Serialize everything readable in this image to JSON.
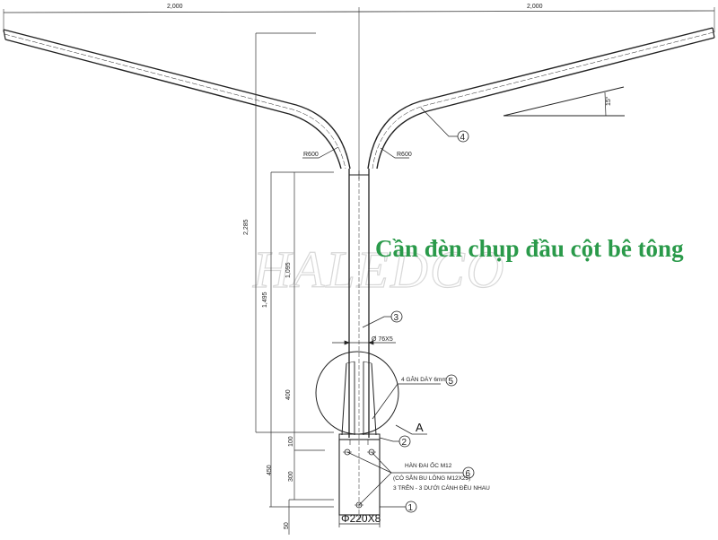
{
  "title": "Cần đèn chụp đầu cột bê tông",
  "watermark": "HALEDCO",
  "colors": {
    "title": "#2a9a4a",
    "line": "#222222",
    "watermark": "#d8d8d8",
    "background": "#ffffff"
  },
  "dimensions": {
    "top_left_span": "2,000",
    "top_right_span": "2,000",
    "bend_radius_left": "R600",
    "bend_radius_right": "R600",
    "arm_angle": "15°",
    "total_height": "2,285",
    "height_1495": "1,495",
    "height_1095": "1,095",
    "sleeve_400": "400",
    "base_100": "100",
    "base_300": "300",
    "base_450": "450",
    "base_50": "50",
    "tube_diameter": "Ø 76X5",
    "base_diameter": "Φ220X8"
  },
  "callouts": [
    {
      "id": "1",
      "label": "1"
    },
    {
      "id": "2",
      "label": "2"
    },
    {
      "id": "3",
      "label": "3"
    },
    {
      "id": "4",
      "label": "4"
    },
    {
      "id": "5",
      "label": "5",
      "note": "4 GÂN DÀY 6mm"
    },
    {
      "id": "6",
      "label": "6",
      "note_lines": [
        "HÀN ĐAI ỐC M12",
        "(CÓ SẴN BU LÔNG M12X25)",
        "3 TRÊN - 3 DƯỚI CÁNH ĐỀU NHAU"
      ]
    }
  ],
  "detail_marker": "A"
}
